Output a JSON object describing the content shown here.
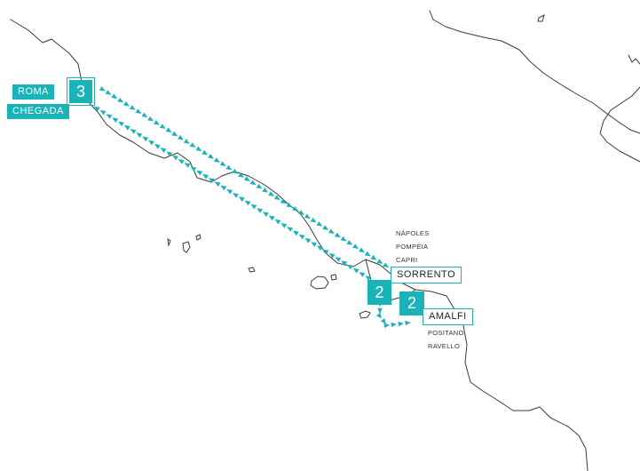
{
  "colors": {
    "accent": "#19b3b8",
    "coast": "#3a3a3a",
    "label_text": "#1f1f1f"
  },
  "start": {
    "name": "ROMA",
    "subtitle": "CHEGADA",
    "nights": "3"
  },
  "stops": [
    {
      "name": "SORRENTO",
      "nights": "2",
      "excursions": [
        "NÁPOLES",
        "POMPÉIA",
        "CAPRI"
      ]
    },
    {
      "name": "AMALFI",
      "nights": "2",
      "excursions": [
        "POSITANO",
        "RAVELLO"
      ]
    }
  ],
  "route": {
    "style": "dotted-arrows",
    "icon": "triangle-arrow-icon"
  }
}
